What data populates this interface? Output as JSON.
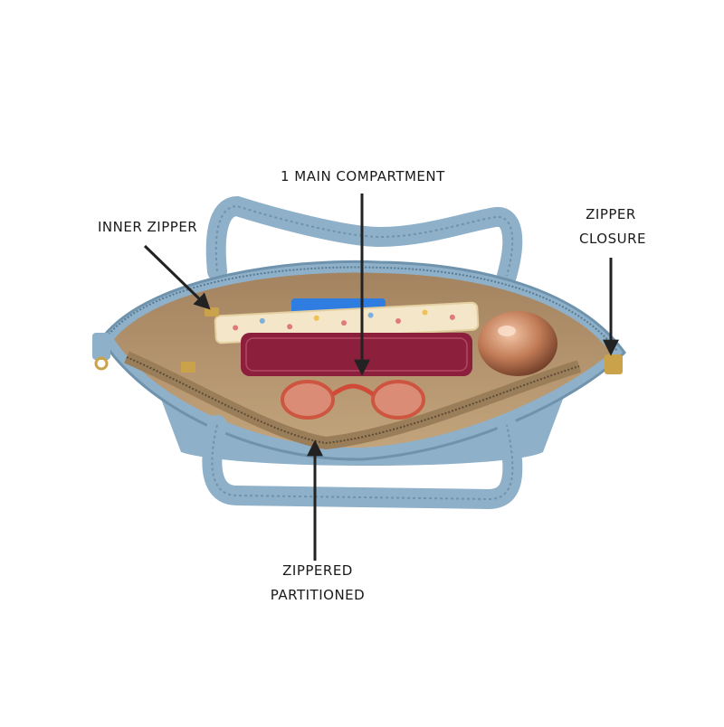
{
  "callouts": {
    "main_compartment": "1 MAIN COMPARTMENT",
    "inner_zipper": "INNER ZIPPER",
    "zipper_closure_line1": "ZIPPER",
    "zipper_closure_line2": "CLOSURE",
    "zippered_line1": "ZIPPERED",
    "zippered_line2": "PARTITIONED"
  },
  "colors": {
    "background": "#ffffff",
    "bag_blue": "#8fb0c9",
    "bag_blue_dark": "#6f93ad",
    "lining": "#b39670",
    "wallet": "#8c1f3c",
    "accessory_pouch": "#f4e6c8",
    "gold": "#c9a24a",
    "arrow": "#222222"
  },
  "icons": [
    "arrow-icon"
  ]
}
